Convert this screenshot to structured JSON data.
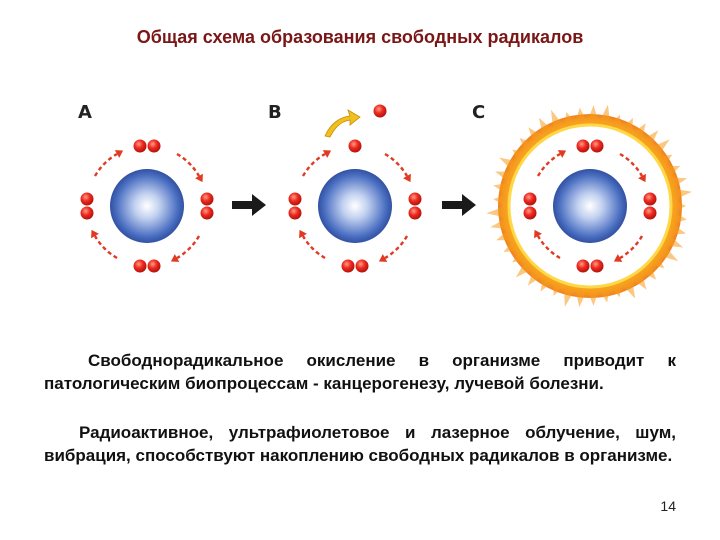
{
  "title": "Общая схема образования свободных радикалов",
  "diagram": {
    "panels": [
      {
        "label": "A"
      },
      {
        "label": "B"
      },
      {
        "label": "C"
      }
    ]
  },
  "paragraphs": [
    "Свободнорадикальное окисление в организме приводит к патологическим биопроцессам - канцерогенезу, лучевой болезни.",
    "Радиоактивное, ультрафиолетовое и лазерное облучение, шум, вибрация, способствуют накоплению свободных радикалов в организме."
  ],
  "page_number": "14",
  "colors": {
    "title": "#7a1616",
    "electron": "#e8251c",
    "orbit_arrow": "#e23a22",
    "nucleus": "#3e62b6",
    "burst": "#f7a21b",
    "arrow": "#1a1a1a",
    "ejected_arrow": "#f0c020"
  }
}
